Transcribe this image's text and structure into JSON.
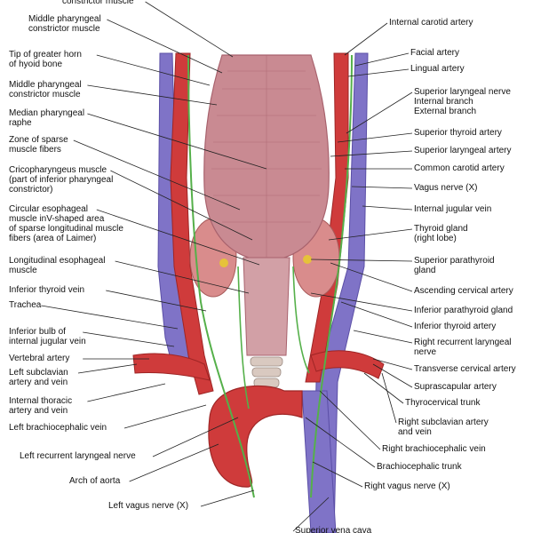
{
  "colors": {
    "background": "#ffffff",
    "muscle": "#c98a92",
    "muscle_dark": "#a8626d",
    "artery": "#cf3b3b",
    "artery_dark": "#9e2525",
    "vein": "#7f73c7",
    "vein_dark": "#5b4fa6",
    "nerve": "#55b04a",
    "gland": "#d98c8c",
    "parathyroid": "#e6c23a",
    "trachea": "#d9c9c0",
    "leader": "#222222"
  },
  "labels_left": [
    {
      "id": "top-cut",
      "text": "constrictor muscle"
    },
    {
      "id": "middle-pharyngeal-1",
      "text": "Middle pharyngeal\nconstrictor muscle"
    },
    {
      "id": "tip-hyoid",
      "text": "Tip of greater horn\nof hyoid bone"
    },
    {
      "id": "middle-pharyngeal-2",
      "text": "Middle pharyngeal\nconstrictor muscle"
    },
    {
      "id": "median-raphe",
      "text": "Median pharyngeal\nraphe"
    },
    {
      "id": "sparse-fibers",
      "text": "Zone of sparse\nmuscle fibers"
    },
    {
      "id": "cricopharyngeus",
      "text": "Cricopharyngeus muscle\n(part of inferior pharyngeal\nconstrictor)"
    },
    {
      "id": "circular-esophageal",
      "text": "Circular esophageal\nmuscle inV-shaped area\nof sparse longitudinal muscle\nfibers (area of Laimer)"
    },
    {
      "id": "longitudinal-esophageal",
      "text": "Longitudinal esophageal\nmuscle"
    },
    {
      "id": "inferior-thyroid-vein",
      "text": "Inferior thyroid vein"
    },
    {
      "id": "trachea",
      "text": "Trachea"
    },
    {
      "id": "inferior-bulb",
      "text": "Inferior bulb of\ninternal jugular vein"
    },
    {
      "id": "vertebral-artery",
      "text": "Vertebral artery"
    },
    {
      "id": "left-subclavian",
      "text": "Left subclavian\nartery and vein"
    },
    {
      "id": "internal-thoracic",
      "text": "Internal thoracic\nartery and vein"
    },
    {
      "id": "left-brachiocephalic-vein",
      "text": "Left brachiocephalic vein"
    },
    {
      "id": "left-recurrent-laryngeal",
      "text": "Left recurrent laryngeal nerve"
    },
    {
      "id": "arch-aorta",
      "text": "Arch of aorta"
    },
    {
      "id": "left-vagus",
      "text": "Left vagus nerve (X)"
    }
  ],
  "labels_right": [
    {
      "id": "internal-carotid",
      "text": "Internal carotid artery"
    },
    {
      "id": "facial-artery",
      "text": "Facial artery"
    },
    {
      "id": "lingual-artery",
      "text": "Lingual artery"
    },
    {
      "id": "superior-laryngeal-nerve",
      "text": "Superior laryngeal nerve\nInternal branch\nExternal branch"
    },
    {
      "id": "superior-thyroid-artery",
      "text": "Superior thyroid artery"
    },
    {
      "id": "superior-laryngeal-artery",
      "text": "Superior laryngeal artery"
    },
    {
      "id": "common-carotid",
      "text": "Common carotid artery"
    },
    {
      "id": "vagus-nerve",
      "text": "Vagus nerve (X)"
    },
    {
      "id": "internal-jugular",
      "text": "Internal jugular vein"
    },
    {
      "id": "thyroid-gland",
      "text": "Thyroid gland\n(right lobe)"
    },
    {
      "id": "superior-parathyroid",
      "text": "Superior parathyroid\ngland"
    },
    {
      "id": "ascending-cervical",
      "text": "Ascending cervical artery"
    },
    {
      "id": "inferior-parathyroid",
      "text": "Inferior parathyroid gland"
    },
    {
      "id": "inferior-thyroid-artery",
      "text": "Inferior thyroid artery"
    },
    {
      "id": "right-recurrent-laryngeal",
      "text": "Right recurrent laryngeal\nnerve"
    },
    {
      "id": "transverse-cervical",
      "text": "Transverse cervical artery"
    },
    {
      "id": "suprascapular",
      "text": "Suprascapular artery"
    },
    {
      "id": "thyrocervical",
      "text": "Thyrocervical trunk"
    },
    {
      "id": "right-subclavian",
      "text": "Right subclavian artery\nand vein"
    },
    {
      "id": "right-brachiocephalic",
      "text": "Right brachiocephalic vein"
    },
    {
      "id": "brachiocephalic-trunk",
      "text": "Brachiocephalic trunk"
    },
    {
      "id": "right-vagus",
      "text": "Right vagus nerve (X)"
    },
    {
      "id": "svc",
      "text": "Superior vena cava"
    }
  ]
}
